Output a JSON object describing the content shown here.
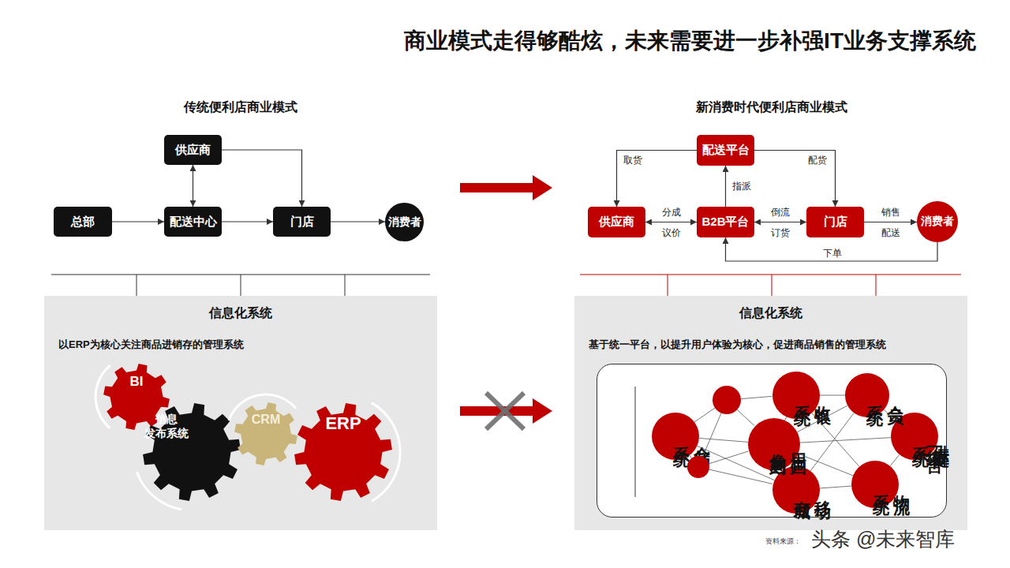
{
  "diagram": {
    "title": "商业模式走得够酷炫，未来需要进一步补强IT业务支撑系统",
    "nodes": [
      {
        "text": [
          "供应商"
        ]
      },
      {
        "text": [
          "总部"
        ]
      },
      {
        "text": [
          "配送中心"
        ]
      },
      {
        "text": [
          "门店"
        ]
      },
      {
        "text": [
          "消费者"
        ]
      },
      {
        "text": [
          "配送平台"
        ]
      },
      {
        "text": [
          "供应商"
        ]
      },
      {
        "text": [
          "B2B平台"
        ]
      },
      {
        "text": [
          "门店"
        ]
      },
      {
        "text": [
          "消费者"
        ]
      },
      {
        "text": [
          "信息化系统",
          "以ERP为核心关注商品进销存的管理系统"
        ]
      },
      {
        "text": [
          "BI"
        ],
        "in": 10
      },
      {
        "text": [
          "信息 发布系统"
        ],
        "in": 10
      },
      {
        "text": [
          "CRM"
        ],
        "in": 10
      },
      {
        "text": [
          "ERP"
        ],
        "in": 10
      },
      {
        "text": [
          "信息化系统",
          "基于统一平台，以提升用户体验为核心，促进商品销售的管理系统"
        ]
      },
      {
        "text": [
          "统一平台"
        ],
        "in": 15
      },
      {
        "text": [
          "仓储 系统"
        ],
        "in": 16
      },
      {
        "text": [
          "收银 系统"
        ],
        "in": 16
      },
      {
        "text": [
          "会员 系统"
        ],
        "in": 16
      },
      {
        "text": [
          "用户画 像刻画"
        ],
        "in": 16
      },
      {
        "text": [
          "供应链 系统"
        ],
        "in": 16
      },
      {
        "text": [
          "移动 商城"
        ],
        "in": 16
      },
      {
        "text": [
          "物流 系统"
        ],
        "in": 16
      }
    ],
    "edges": [
      {
        "from": 1,
        "to": 2,
        "arrow": "to"
      },
      {
        "from": 2,
        "to": 3,
        "arrow": "to"
      },
      {
        "from": 3,
        "to": 4,
        "arrow": "to"
      },
      {
        "from": 0,
        "to": 2,
        "arrow": "both"
      },
      {
        "from": 0,
        "to": 3,
        "arrow": "to"
      },
      {
        "from": 5,
        "to": 6,
        "label": "取货",
        "arrow": "to"
      },
      {
        "from": 5,
        "to": 8,
        "label": "配货",
        "arrow": "to"
      },
      {
        "from": 7,
        "to": 5,
        "label": "指派",
        "arrow": "to"
      },
      {
        "from": 6,
        "to": 7,
        "label": "分成 议价",
        "arrow": "both"
      },
      {
        "from": 7,
        "to": 8,
        "label": "倒流 订货",
        "arrow": "both"
      },
      {
        "from": 8,
        "to": 9,
        "label": "销售 配送",
        "arrow": "to"
      },
      {
        "from": 9,
        "to": 7,
        "label": "下单",
        "arrow": "to"
      },
      {
        "from": 17,
        "to": 20,
        "arrow": "none"
      },
      {
        "from": 17,
        "to": 22,
        "arrow": "none"
      },
      {
        "from": 18,
        "to": 19,
        "arrow": "none"
      },
      {
        "from": 18,
        "to": 20,
        "arrow": "none"
      },
      {
        "from": 18,
        "to": 23,
        "arrow": "none"
      },
      {
        "from": 19,
        "to": 20,
        "arrow": "none"
      },
      {
        "from": 19,
        "to": 21,
        "arrow": "none"
      },
      {
        "from": 19,
        "to": 22,
        "arrow": "none"
      },
      {
        "from": 20,
        "to": 21,
        "arrow": "none"
      },
      {
        "from": 20,
        "to": 22,
        "arrow": "none"
      },
      {
        "from": 20,
        "to": 23,
        "arrow": "none"
      },
      {
        "from": 21,
        "to": 23,
        "arrow": "none"
      },
      {
        "from": 22,
        "to": 23,
        "arrow": "none"
      }
    ],
    "labels": [
      "传统便利店商业模式",
      "新消费时代便利店商业模式",
      "资料来源：",
      "头条 @未来智库"
    ]
  }
}
